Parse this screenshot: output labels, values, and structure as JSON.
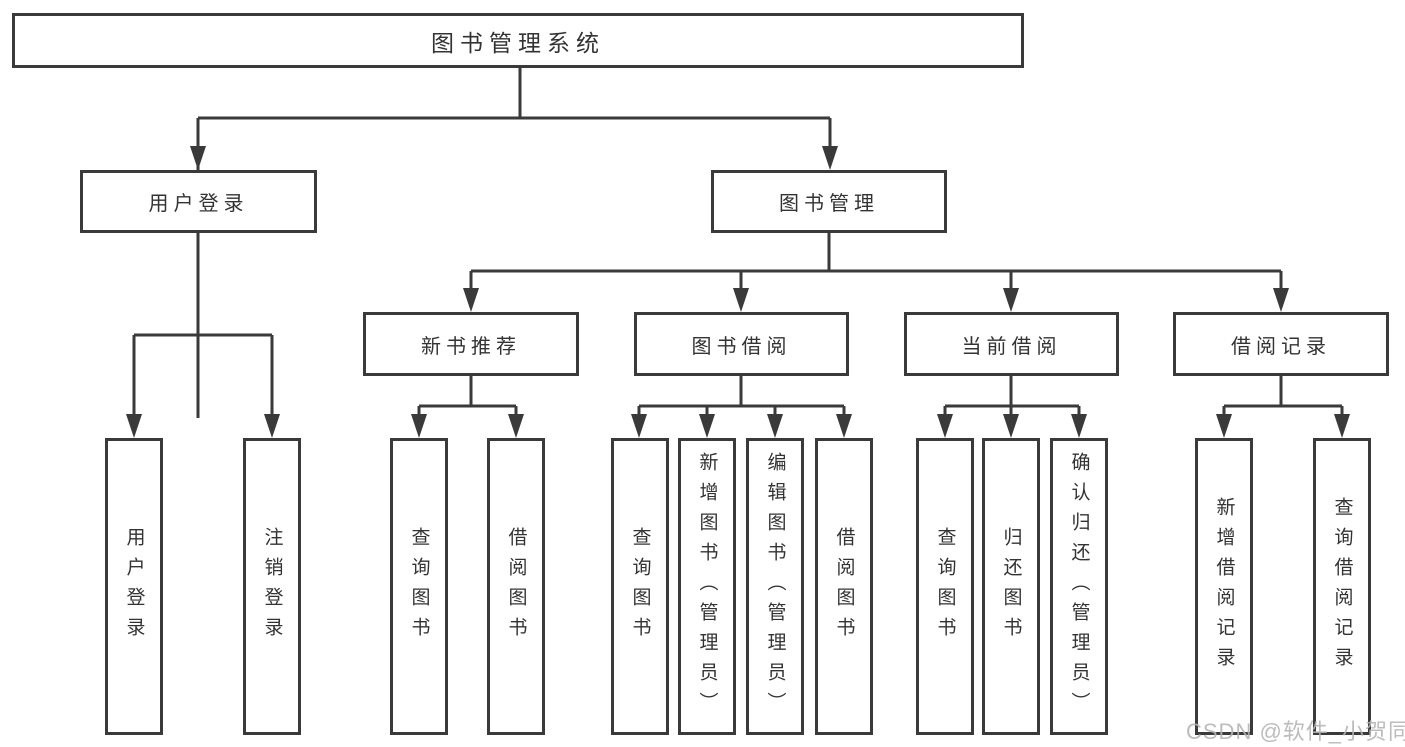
{
  "nodes": {
    "root": "图书管理系统",
    "user_login": "用户登录",
    "book_mgmt": "图书管理",
    "new_book_rec": "新书推荐",
    "book_borrow": "图书借阅",
    "current_borrow": "当前借阅",
    "borrow_record": "借阅记录",
    "ul_user_login": "用户登录",
    "ul_logout": "注销登录",
    "nr_query_book": "查询图书",
    "nr_borrow_book": "借阅图书",
    "bb_query_book": "查询图书",
    "bb_add_book": "新增图书（管理员）",
    "bb_edit_book": "编辑图书（管理员）",
    "bb_borrow_book": "借阅图书",
    "cb_query_book": "查询图书",
    "cb_return_book": "归还图书",
    "cb_confirm_return": "确认归还（管理员）",
    "br_add_record": "新增借阅记录",
    "br_query_record": "查询借阅记录"
  },
  "hierarchy": {
    "label": "图书管理系统",
    "children": [
      {
        "label": "用户登录",
        "children": [
          {
            "label": "用户登录"
          },
          {
            "label": "注销登录"
          }
        ]
      },
      {
        "label": "图书管理",
        "children": [
          {
            "label": "新书推荐",
            "children": [
              {
                "label": "查询图书"
              },
              {
                "label": "借阅图书"
              }
            ]
          },
          {
            "label": "图书借阅",
            "children": [
              {
                "label": "查询图书"
              },
              {
                "label": "新增图书（管理员）"
              },
              {
                "label": "编辑图书（管理员）"
              },
              {
                "label": "借阅图书"
              }
            ]
          },
          {
            "label": "当前借阅",
            "children": [
              {
                "label": "查询图书"
              },
              {
                "label": "归还图书"
              },
              {
                "label": "确认归还（管理员）"
              }
            ]
          },
          {
            "label": "借阅记录",
            "children": [
              {
                "label": "新增借阅记录"
              },
              {
                "label": "查询借阅记录"
              }
            ]
          }
        ]
      }
    ]
  },
  "watermark": {
    "text": "CSDN @软件_小贺同学"
  },
  "colors": {
    "line": "#3a3a3a",
    "text": "#333333",
    "background": "#ffffff",
    "watermark": "#b5b5b5"
  }
}
